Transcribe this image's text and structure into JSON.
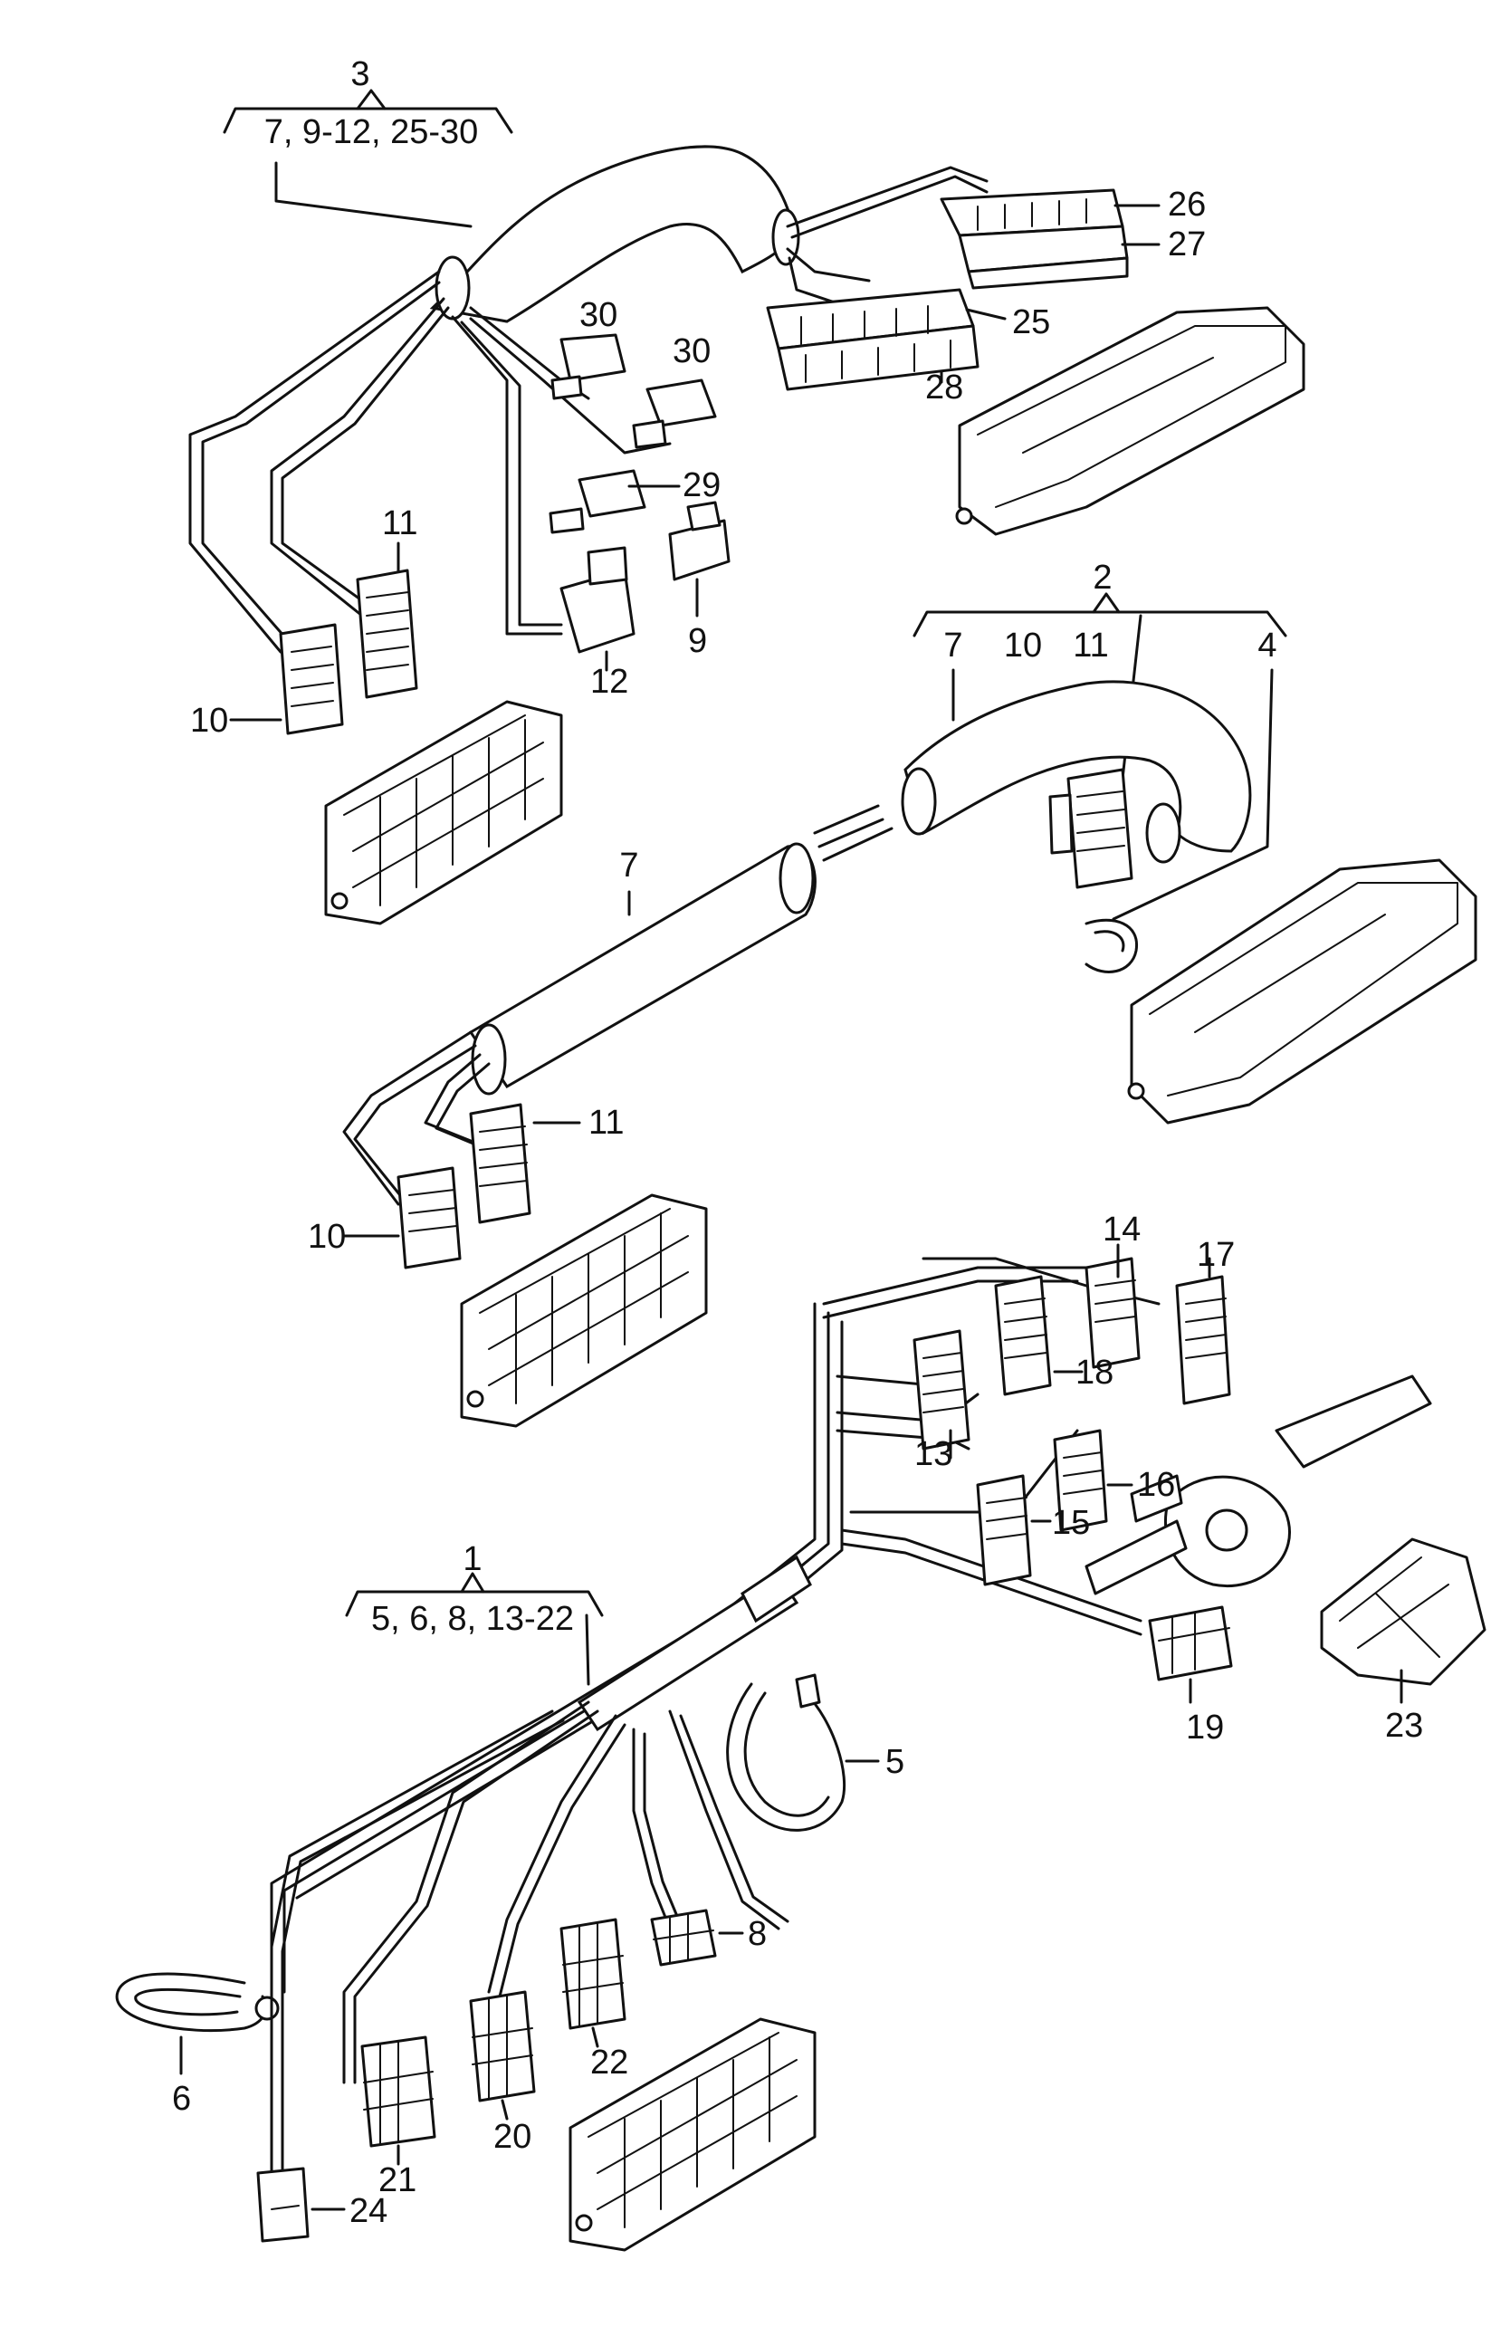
{
  "callouts": {
    "c1": "1",
    "c1_range": "5, 6, 8, 13-22",
    "c2": "2",
    "c2_a": "7",
    "c2_b": "10",
    "c2_c": "11",
    "c3": "3",
    "c3_range": "7, 9-12, 25-30",
    "c4": "4",
    "c5": "5",
    "c6": "6",
    "c7a": "7",
    "c8": "8",
    "c9": "9",
    "c10a": "10",
    "c10b": "10",
    "c11a": "11",
    "c11b": "11",
    "c12": "12",
    "c13": "13",
    "c14": "14",
    "c15": "15",
    "c16": "16",
    "c17": "17",
    "c18": "18",
    "c19": "19",
    "c20": "20",
    "c21": "21",
    "c22": "22",
    "c23": "23",
    "c24": "24",
    "c25": "25",
    "c26": "26",
    "c27": "27",
    "c28": "28",
    "c29": "29",
    "c30a": "30",
    "c30b": "30"
  }
}
